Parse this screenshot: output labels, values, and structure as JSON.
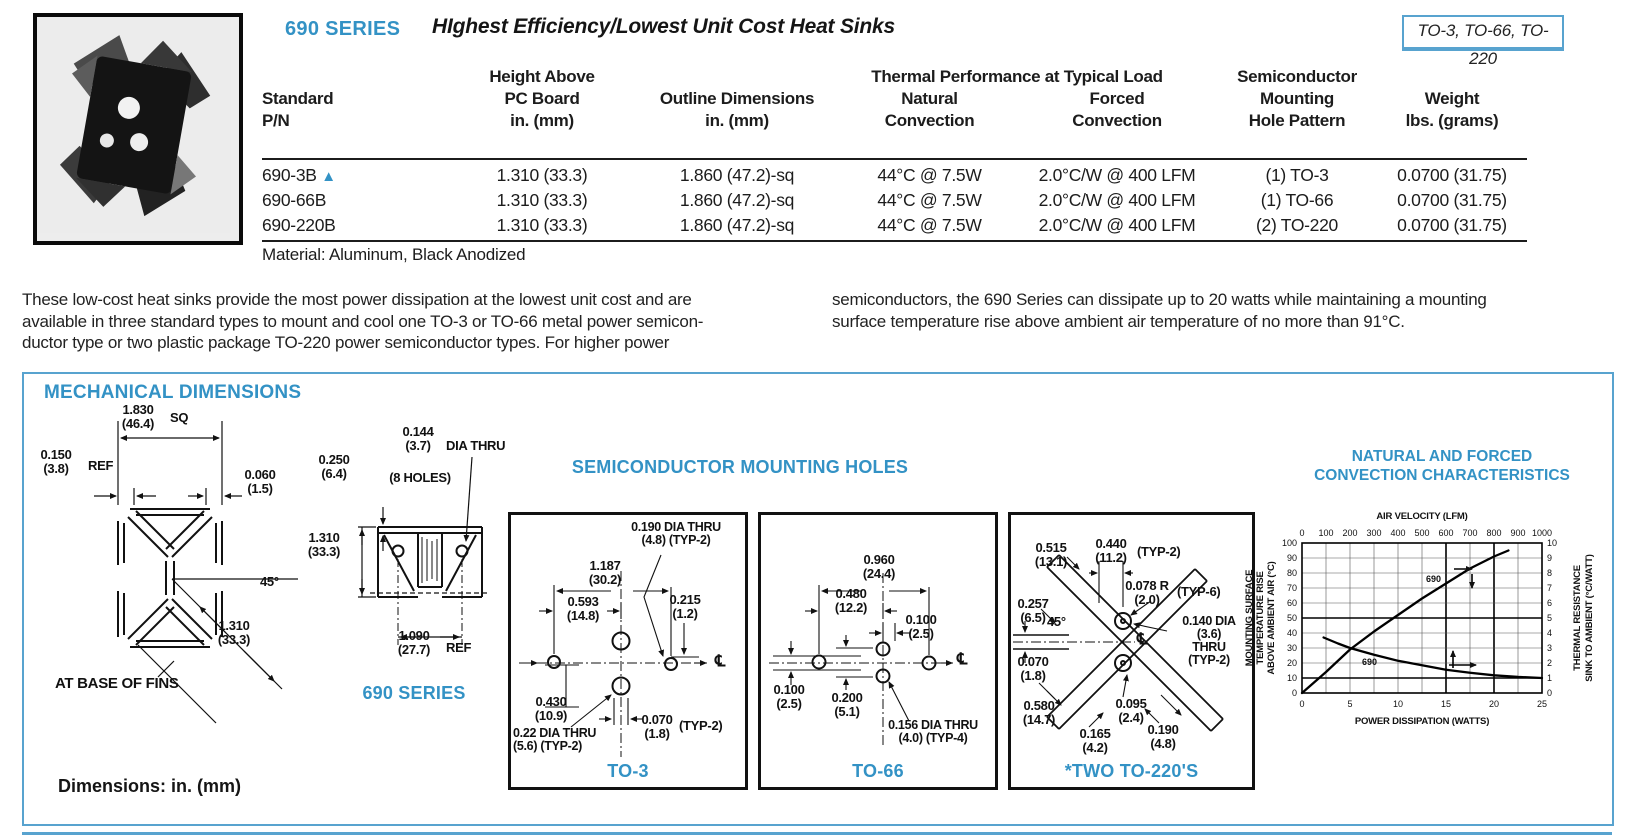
{
  "colors": {
    "accent_blue": "#3392c5",
    "box_border_blue": "#58a3cf"
  },
  "header": {
    "series": "690 SERIES",
    "title": "HIghest Efficiency/Lowest Unit Cost Heat Sinks",
    "package_box": "TO-3, TO-66, TO-220"
  },
  "table": {
    "span_header": "Thermal Performance at Typical Load",
    "headers": {
      "standard": "Standard\nP/N",
      "height": "Height Above\nPC Board\nin. (mm)",
      "outline": "Outline Dimensions\nin. (mm)",
      "natural": "Natural\nConvection",
      "forced": "Forced\nConvection",
      "mounting": "Semiconductor\nMounting\nHole Pattern",
      "weight": "Weight\nlbs. (grams)"
    },
    "rows": [
      {
        "pn": "690-3B",
        "marker": "▲",
        "height": "1.310 (33.3)",
        "outline": "1.860 (47.2)-sq",
        "natural": "44°C @ 7.5W",
        "forced": "2.0°C/W @ 400 LFM",
        "pattern": "(1) TO-3",
        "weight": "0.0700 (31.75)"
      },
      {
        "pn": "690-66B",
        "marker": "",
        "height": "1.310 (33.3)",
        "outline": "1.860 (47.2)-sq",
        "natural": "44°C @ 7.5W",
        "forced": "2.0°C/W @ 400 LFM",
        "pattern": "(1) TO-66",
        "weight": "0.0700 (31.75)"
      },
      {
        "pn": "690-220B",
        "marker": "",
        "height": "1.310 (33.3)",
        "outline": "1.860 (47.2)-sq",
        "natural": "44°C @ 7.5W",
        "forced": "2.0°C/W @ 400 LFM",
        "pattern": "(2) TO-220",
        "weight": "0.0700 (31.75)"
      }
    ],
    "material_note": "Material: Aluminum, Black Anodized"
  },
  "description": {
    "left": "These low-cost heat sinks provide the most power dissipation at the lowest unit cost and are\navailable in three standard types to mount and cool one TO-3 or TO-66 metal power semicon-\nductor type or two plastic package TO-220 power semiconductor types. For higher power",
    "right": "semiconductors, the 690 Series can dissipate up to 20 watts while maintaining a mounting\nsurface temperature rise above ambient air temperature of no more than 91°C."
  },
  "mech": {
    "heading": "MECHANICAL DIMENSIONS",
    "holes_heading": "SEMICONDUCTOR MOUNTING HOLES",
    "dims_note": "Dimensions: in. (mm)",
    "cross_section": {
      "sq": "1.830\n(46.4)",
      "sq_suffix": "SQ",
      "ref": "0.150\n(3.8)",
      "ref_suffix": "REF",
      "fin_tip": "0.060\n(1.5)",
      "angle": "45°",
      "diag": "1.310\n(33.3)",
      "base_note": "AT BASE OF FINS"
    },
    "side_view": {
      "tab": "0.250\n(6.4)",
      "hole_dia": "0.144\n(3.7)",
      "hole_dia_suffix": "DIA THRU",
      "holes_count": "(8 HOLES)",
      "height": "1.310\n(33.3)",
      "spacing": "1.090\n(27.7)",
      "spacing_suffix": "REF",
      "caption": "690 SERIES"
    },
    "to3": {
      "caption": "TO-3",
      "labels": {
        "dia_small": "0.190 DIA THRU\n(4.8) (TYP-2)",
        "w": "1.187\n(30.2)",
        "w_half": "0.593\n(14.8)",
        "offset_r": "0.215\n(1.2)",
        "offset_b": "0.430\n(10.9)",
        "dia_big": "0.22 DIA THRU\n(5.6) (TYP-2)",
        "gap": "0.070\n(1.8)",
        "gap_suffix": "(TYP-2)",
        "centerline": "℄"
      }
    },
    "to66": {
      "caption": "TO-66",
      "labels": {
        "w": "0.960\n(24.4)",
        "w_half": "0.480\n(12.2)",
        "gap_r": "0.100\n(2.5)",
        "gap_l": "0.100\n(2.5)",
        "spacing": "0.200\n(5.1)",
        "dia": "0.156 DIA THRU\n(4.0) (TYP-4)",
        "centerline": "℄"
      }
    },
    "to220": {
      "caption": "*TWO TO-220'S",
      "labels": {
        "a": "0.515\n(13.1)",
        "b": "0.440\n(11.2)",
        "b_suffix": "(TYP-2)",
        "r": "0.078 R\n(2.0)",
        "r_suffix": "(TYP-6)",
        "c": "0.257\n(6.5)",
        "angle": "45°",
        "dia": "0.140 DIA\n(3.6)\nTHRU\n(TYP-2)",
        "d": "0.070\n(1.8)",
        "e": "0.580\n(14.7)",
        "f": "0.095\n(2.4)",
        "g": "0.165\n(4.2)",
        "h": "0.190\n(4.8)",
        "centerline": "℄"
      }
    }
  },
  "chart_data": {
    "type": "line",
    "title_lines": [
      "NATURAL AND FORCED",
      "CONVECTION CHARACTERISTICS"
    ],
    "top_axis": {
      "label": "AIR VELOCITY (LFM)",
      "ticks": [
        0,
        100,
        200,
        300,
        400,
        500,
        600,
        700,
        800,
        900,
        1000
      ],
      "range": [
        0,
        1000
      ]
    },
    "bottom_axis": {
      "label": "POWER DISSIPATION (WATTS)",
      "ticks": [
        0,
        5,
        10,
        15,
        20,
        25
      ],
      "range": [
        0,
        25
      ]
    },
    "left_axis": {
      "label_lines": [
        "MOUNTING SURFACE",
        "TEMPERATURE RISE",
        "ABOVE AMBIENT AIR (°C)"
      ],
      "ticks": [
        0,
        10,
        20,
        30,
        40,
        50,
        60,
        70,
        80,
        90,
        100
      ],
      "range": [
        0,
        100
      ]
    },
    "right_axis": {
      "label_lines": [
        "THERMAL RESISTANCE",
        "SINK TO AMBIENT (°C/WATT)"
      ],
      "ticks": [
        0,
        1,
        2,
        3,
        4,
        5,
        6,
        7,
        8,
        9,
        10
      ],
      "range": [
        0,
        10
      ]
    },
    "grid": true,
    "series": [
      {
        "name": "690",
        "curve": "natural-convection-temp-rise-vs-power",
        "x_axis": "bottom",
        "y_axis": "left",
        "points": [
          [
            0,
            0
          ],
          [
            2.5,
            14
          ],
          [
            5,
            29
          ],
          [
            7.5,
            41
          ],
          [
            10,
            52
          ],
          [
            12.5,
            63
          ],
          [
            15,
            73
          ],
          [
            17.5,
            83
          ],
          [
            20,
            91
          ],
          [
            21.5,
            95
          ]
        ]
      },
      {
        "name": "690",
        "curve": "forced-convection-resistance-vs-airflow",
        "x_axis": "top",
        "y_axis": "right",
        "points": [
          [
            90,
            3.7
          ],
          [
            150,
            3.3
          ],
          [
            200,
            3.0
          ],
          [
            300,
            2.55
          ],
          [
            400,
            2.15
          ],
          [
            500,
            1.85
          ],
          [
            600,
            1.55
          ],
          [
            700,
            1.35
          ],
          [
            800,
            1.18
          ],
          [
            900,
            1.07
          ],
          [
            1000,
            1.0
          ]
        ]
      }
    ]
  }
}
